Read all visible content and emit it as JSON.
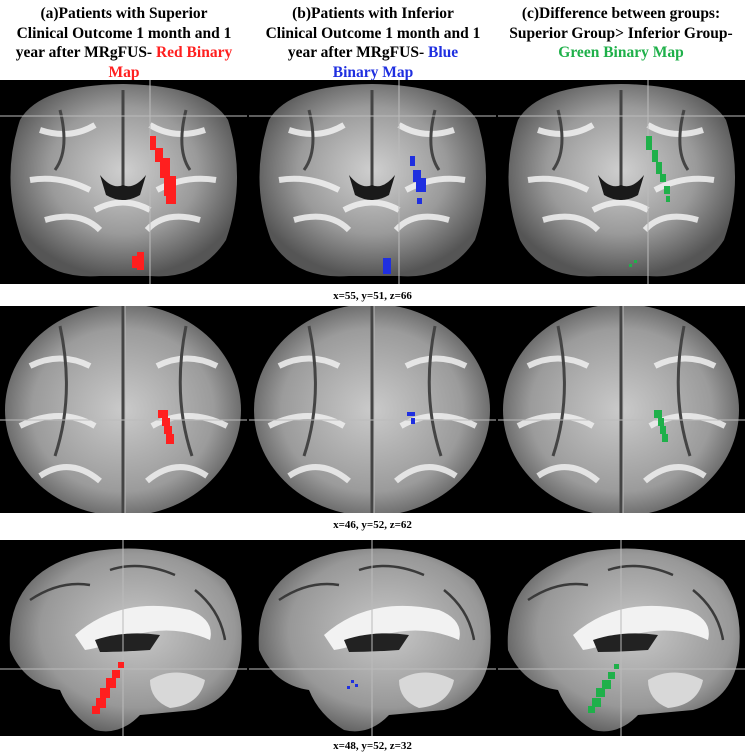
{
  "columns": [
    {
      "title_a": "(a)Patients with Superior",
      "title_b": "Clinical Outcome 1 month and 1",
      "title_c": "year after MRgFUS-",
      "map_label_1": "Red Binary",
      "map_label_2": "Map",
      "color": "#ff1f1f"
    },
    {
      "title_a": "(b)Patients with Inferior",
      "title_b": "Clinical Outcome 1 month and 1",
      "title_c": "year after MRgFUS-",
      "map_label_1": "Blue",
      "map_label_2": "Binary Map",
      "color": "#1f2fe0"
    },
    {
      "title_a": "(c)Difference between groups:",
      "title_b": "Superior Group> Inferior Group-",
      "map_label_1": "Green Binary Map",
      "color": "#1fb04a"
    }
  ],
  "rows": [
    {
      "view": "coronal",
      "coords": "x=55, y=51, z=66"
    },
    {
      "view": "axial",
      "coords": "x=46, y=52, z=62"
    },
    {
      "view": "sagittal",
      "coords": "x=48, y=52, z=32"
    }
  ]
}
